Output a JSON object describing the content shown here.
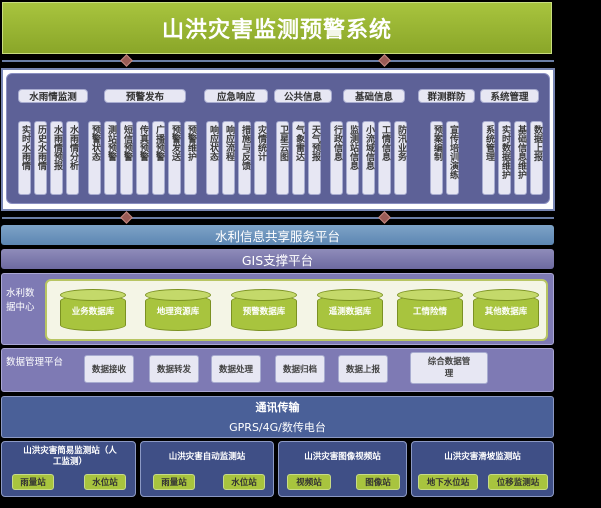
{
  "title": "山洪灾害监测预警系统",
  "app_layer": {
    "categories": [
      "水雨情监测",
      "预警发布",
      "应急响应",
      "公共信息",
      "基础信息",
      "群测群防",
      "系统管理"
    ],
    "modules": [
      "实时水雨情",
      "历史水雨情",
      "水雨情预报",
      "水雨情分析",
      "预警状态",
      "测站预警",
      "短信预警",
      "传真预警",
      "广播预警",
      "预警发送",
      "预警维护",
      "响应状态",
      "响应流程",
      "措施与反馈",
      "灾情统计",
      "卫星云图",
      "气象雷达",
      "天气预报",
      "行政信息",
      "监测站信息",
      "小流域信息",
      "工情信息",
      "防汛业务",
      "预案编制",
      "宣传培训演练",
      "系统管理",
      "实时数据维护",
      "基础信息维护",
      "数据上报"
    ]
  },
  "share_platform": "水利信息共享服务平台",
  "gis_platform": "GIS支撑平台",
  "data_center": {
    "label": "水利数据中心",
    "databases": [
      "业务数据库",
      "地理资源库",
      "预警数据库",
      "遥测数据库",
      "工情险情",
      "其他数据库"
    ]
  },
  "data_management": {
    "label": "数据管理平台",
    "buttons": [
      "数据接收",
      "数据转发",
      "数据处理",
      "数据归档",
      "数据上报",
      "综合数据管理"
    ]
  },
  "communication": {
    "title": "通讯传输",
    "subtitle": "GPRS/4G/数传电台"
  },
  "stations": [
    {
      "title": "山洪灾害简易监测站（人工监测）",
      "items": [
        "雨量站",
        "水位站"
      ]
    },
    {
      "title": "山洪灾害自动监测站",
      "items": [
        "雨量站",
        "水位站"
      ]
    },
    {
      "title": "山洪灾害图像视频站",
      "items": [
        "视频站",
        "图像站"
      ]
    },
    {
      "title": "山洪灾害滑坡监测站",
      "items": [
        "地下水位站",
        "位移监测站"
      ]
    }
  ]
}
